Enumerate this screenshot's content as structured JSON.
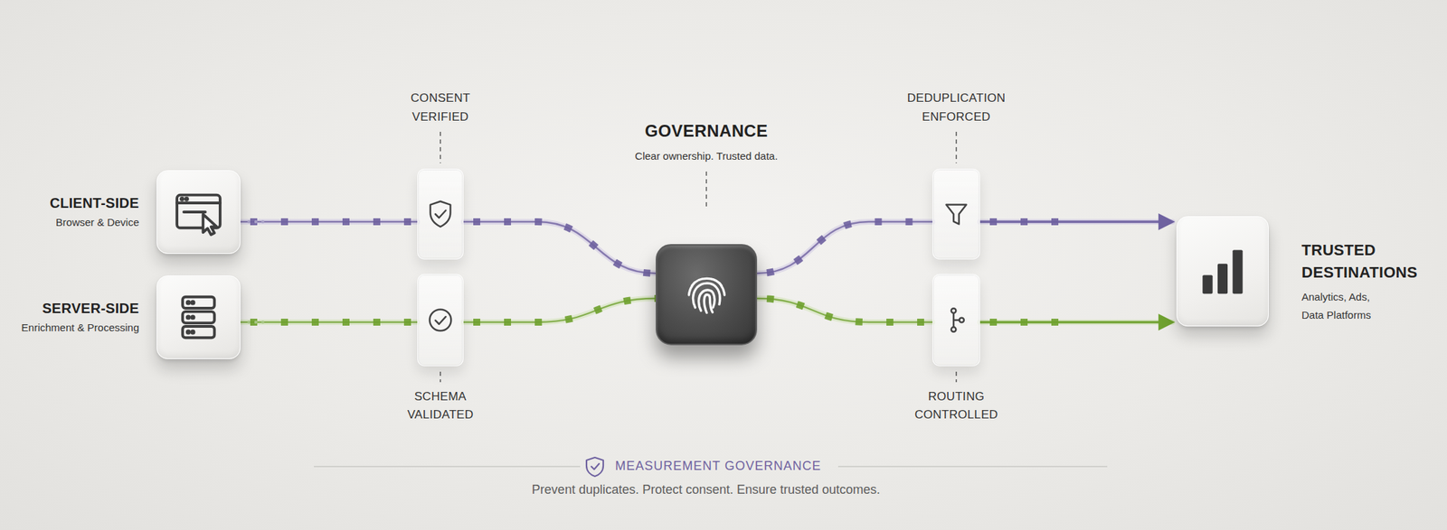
{
  "diagram": {
    "caption": "Prevent duplicates. Protect consent. Ensure trusted outcomes.",
    "nodes": [
      {
        "text": [
          "CLIENT-SIDE",
          "Browser & Device"
        ]
      },
      {
        "text": [
          "SERVER-SIDE",
          "Enrichment & Processing"
        ]
      },
      {
        "text": [
          "CONSENT VERIFIED"
        ]
      },
      {
        "text": [
          "SCHEMA VALIDATED"
        ]
      },
      {
        "text": [
          "GOVERNANCE",
          "Clear ownership. Trusted data."
        ]
      },
      {
        "text": [
          "DEDUPLICATION ENFORCED"
        ]
      },
      {
        "text": [
          "ROUTING CONTROLLED"
        ]
      },
      {
        "text": [
          "TRUSTED DESTINATIONS",
          "Analytics, Ads, Data Platforms"
        ]
      }
    ],
    "edges": [
      {
        "from": 0,
        "to": 2,
        "arrow": "none"
      },
      {
        "from": 2,
        "to": 4,
        "arrow": "none"
      },
      {
        "from": 1,
        "to": 3,
        "arrow": "none"
      },
      {
        "from": 3,
        "to": 4,
        "arrow": "none"
      },
      {
        "from": 4,
        "to": 5,
        "arrow": "none"
      },
      {
        "from": 4,
        "to": 6,
        "arrow": "none"
      },
      {
        "from": 5,
        "to": 7,
        "arrow": "to"
      },
      {
        "from": 6,
        "to": 7,
        "arrow": "to"
      }
    ],
    "labels": [
      "MEASUREMENT GOVERNANCE"
    ]
  }
}
